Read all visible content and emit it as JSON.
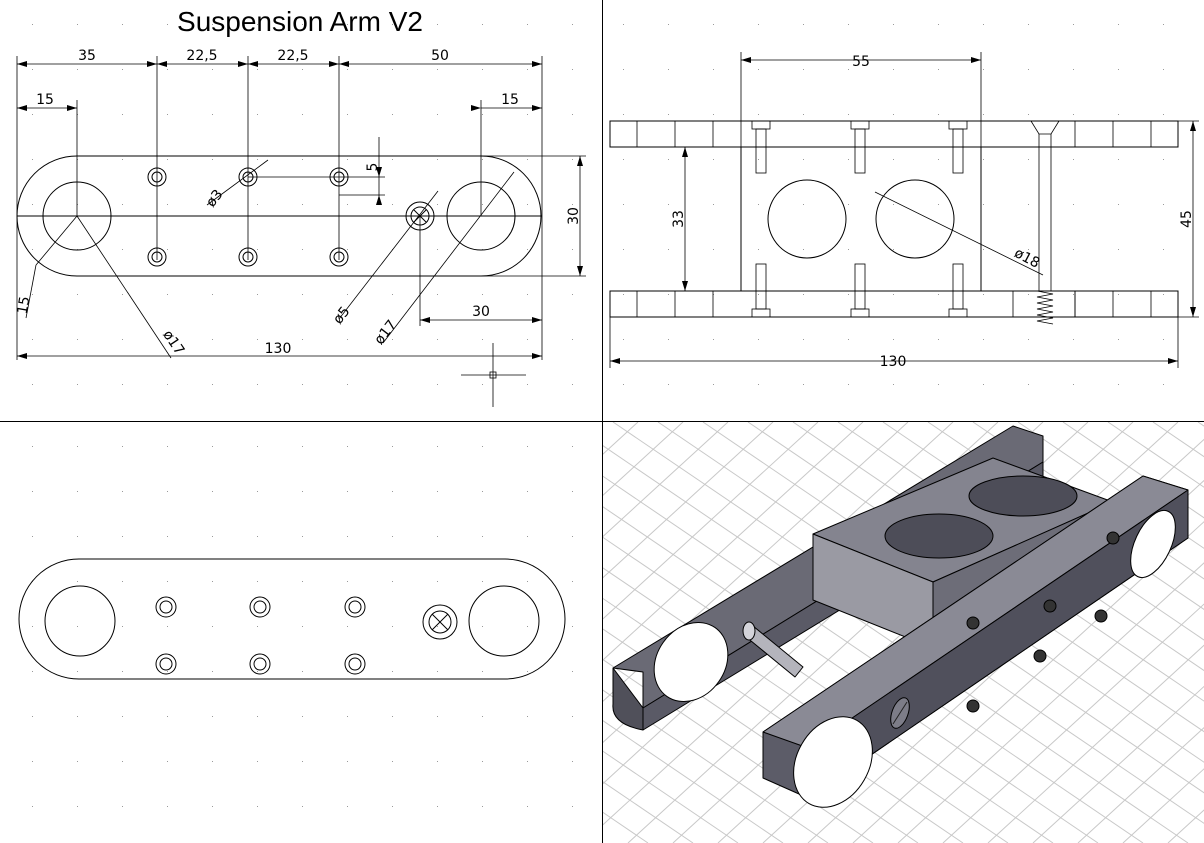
{
  "drawing": {
    "title": "Suspension Arm V2"
  },
  "front_view": {
    "dims": {
      "d35": "35",
      "d22a": "22,5",
      "d22b": "22,5",
      "d50": "50",
      "d15_left": "15",
      "d15_right": "15",
      "d5": "5",
      "d30_height": "30",
      "d3_hole": "ø3",
      "d5_hole": "ø5",
      "d17_right": "ø17",
      "d17_left": "ø17",
      "d15_radius": "15",
      "d30_offset": "30",
      "d130": "130"
    }
  },
  "side_view": {
    "dims": {
      "d55": "55",
      "d33": "33",
      "d45": "45",
      "d18": "ø18",
      "d130": "130"
    }
  },
  "colors": {
    "line": "#000000",
    "solid_face": "#5a5a66",
    "solid_top": "#84848f",
    "grid": "#c8c8c8",
    "background": "#ffffff"
  }
}
